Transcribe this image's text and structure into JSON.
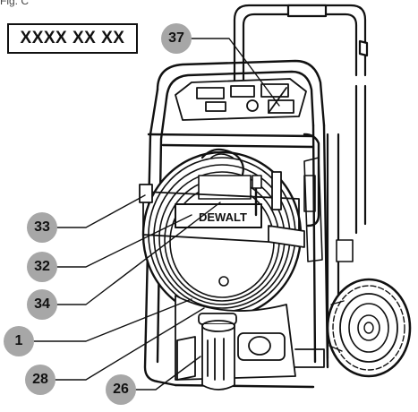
{
  "figure": {
    "label": "Fig. C"
  },
  "model_box": {
    "text": "XXXX XX XX"
  },
  "callouts": {
    "c37": "37",
    "c33": "33",
    "c32": "32",
    "c34": "34",
    "c1": "1",
    "c28": "28",
    "c26": "26"
  },
  "product": {
    "brand_text": "DEWALT"
  },
  "colors": {
    "callout_fill": "#a7a7a7",
    "line": "#111111",
    "background": "#ffffff"
  }
}
